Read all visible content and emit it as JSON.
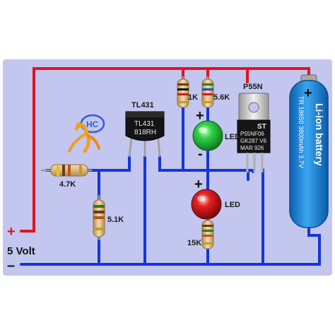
{
  "colors": {
    "background": "#c3c6ee",
    "positive_wire": "#e0141e",
    "negative_wire": "#1636d6",
    "battery_body": "#1a82d6",
    "led_green": "#22c23a",
    "led_red": "#e01818"
  },
  "supply": {
    "plus": "+",
    "minus": "–",
    "label": "5 Volt"
  },
  "components": {
    "tl431": {
      "name": "TL431",
      "marking_line1": "TL431",
      "marking_line2": "818RH"
    },
    "mosfet": {
      "name": "P55N",
      "marking_line1": "P55NF06",
      "marking_line2": "GK287  V6",
      "marking_line3": "MAR   926"
    },
    "resistors": {
      "r1": "1K",
      "r2": "5.6K",
      "r3": "4.7K",
      "r4": "5.1K",
      "r5": "15K"
    },
    "led_green": {
      "label": "LED",
      "plus": "+",
      "minus": "-"
    },
    "led_red": {
      "label": "LED",
      "plus": "+",
      "minus": "-"
    },
    "battery": {
      "title": "Li-ion battery",
      "spec": "TR 18650 3800mAh 3.7V",
      "plus": "+"
    }
  },
  "logo": {
    "text": "HC",
    "icon": "hc-logo-icon"
  }
}
